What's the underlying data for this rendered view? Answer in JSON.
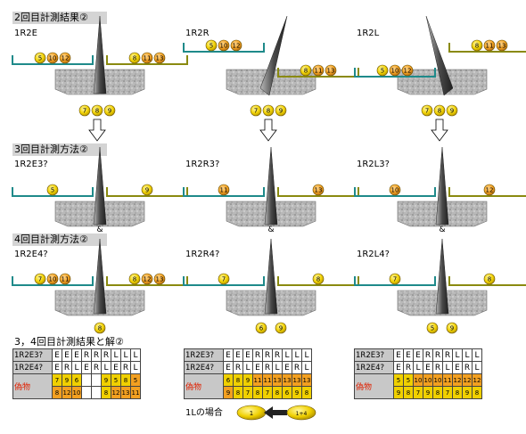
{
  "sections": {
    "s2": "2回目計測結果②",
    "s3": "3回目計測方法②",
    "s4": "4回目計測方法②",
    "sres": "3，4回目計測結果と解②"
  },
  "scales": [
    {
      "label": "1R2E",
      "left": [
        "5",
        "10",
        "12"
      ],
      "right": [
        "8",
        "11",
        "13"
      ],
      "tilt": "none"
    },
    {
      "label": "1R2R",
      "left": [
        "5",
        "10",
        "12"
      ],
      "right": [
        "8",
        "11",
        "13"
      ],
      "tilt": "left"
    },
    {
      "label": "1R2L",
      "left": [
        "5",
        "10",
        "12"
      ],
      "right": [
        "8",
        "11",
        "13"
      ],
      "tilt": "right"
    },
    {
      "label": "1R2E3?",
      "left": [
        "5"
      ],
      "right": [
        "9"
      ],
      "tilt": "none"
    },
    {
      "label": "1R2R3?",
      "left": [
        "11"
      ],
      "right": [
        "13"
      ],
      "tilt": "none"
    },
    {
      "label": "1R2L3?",
      "left": [
        "10"
      ],
      "right": [
        "12"
      ],
      "tilt": "none"
    },
    {
      "label": "1R2E4?",
      "left": [
        "7",
        "10",
        "11"
      ],
      "right": [
        "8",
        "12",
        "13"
      ],
      "tilt": "none"
    },
    {
      "label": "1R2R4?",
      "left": [
        "7"
      ],
      "right": [
        "8"
      ],
      "tilt": "none"
    },
    {
      "label": "1R2L4?",
      "left": [
        "7"
      ],
      "right": [
        "8"
      ],
      "tilt": "none"
    }
  ],
  "offscale_row1": [
    [
      "7",
      "8",
      "9"
    ],
    [
      "7",
      "8",
      "9"
    ],
    [
      "7",
      "8",
      "9"
    ]
  ],
  "offscale_row3": [
    [
      "8"
    ],
    [
      "6",
      "9"
    ],
    [
      "5",
      "9"
    ]
  ],
  "amp": "&",
  "results": [
    {
      "row3_name": "1R2E3?",
      "row3": [
        "E",
        "E",
        "E",
        "R",
        "R",
        "R",
        "L",
        "L",
        "L"
      ],
      "row4_name": "1R2E4?",
      "row4": [
        "E",
        "R",
        "L",
        "E",
        "R",
        "L",
        "E",
        "R",
        "L"
      ],
      "nise_label": "偽物",
      "balls": [
        {
          "top": "7",
          "bot": "8",
          "t": "y",
          "b": "o"
        },
        {
          "top": "9",
          "bot": "12",
          "t": "y",
          "b": "o"
        },
        {
          "top": "6",
          "bot": "10",
          "t": "y",
          "b": "o"
        },
        {
          "top": "",
          "bot": "",
          "t": "gap",
          "b": "gap"
        },
        {
          "top": "",
          "bot": "",
          "t": "gap",
          "b": "gap"
        },
        {
          "top": "9",
          "bot": "8",
          "t": "y",
          "b": "y"
        },
        {
          "top": "5",
          "bot": "12",
          "t": "y",
          "b": "o"
        },
        {
          "top": "8",
          "bot": "13",
          "t": "y",
          "b": "o"
        },
        {
          "top": "5",
          "bot": "11",
          "t": "o",
          "b": "o"
        }
      ]
    },
    {
      "row3_name": "1R2E3?",
      "row3": [
        "E",
        "E",
        "E",
        "R",
        "R",
        "R",
        "L",
        "L",
        "L"
      ],
      "row4_name": "1R2E4?",
      "row4": [
        "E",
        "R",
        "L",
        "E",
        "R",
        "L",
        "E",
        "R",
        "L"
      ],
      "nise_label": "偽物",
      "balls": [
        {
          "top": "6",
          "bot": "9",
          "t": "y",
          "b": "o"
        },
        {
          "top": "8",
          "bot": "8",
          "t": "y",
          "b": "y"
        },
        {
          "top": "9",
          "bot": "7",
          "t": "y",
          "b": "y"
        },
        {
          "top": "11",
          "bot": "8",
          "t": "o",
          "b": "y"
        },
        {
          "top": "11",
          "bot": "7",
          "t": "o",
          "b": "y"
        },
        {
          "top": "13",
          "bot": "8",
          "t": "o",
          "b": "y"
        },
        {
          "top": "13",
          "bot": "6",
          "t": "o",
          "b": "y"
        },
        {
          "top": "13",
          "bot": "9",
          "t": "o",
          "b": "y"
        },
        {
          "top": "13",
          "bot": "8",
          "t": "o",
          "b": "y"
        }
      ]
    },
    {
      "row3_name": "1R2E3?",
      "row3": [
        "E",
        "E",
        "E",
        "R",
        "R",
        "R",
        "L",
        "L",
        "L"
      ],
      "row4_name": "1R2E4?",
      "row4": [
        "E",
        "R",
        "L",
        "E",
        "R",
        "L",
        "E",
        "R",
        "L"
      ],
      "nise_label": "偽物",
      "balls": [
        {
          "top": "5",
          "bot": "9",
          "t": "y",
          "b": "y"
        },
        {
          "top": "5",
          "bot": "8",
          "t": "y",
          "b": "y"
        },
        {
          "top": "10",
          "bot": "7",
          "t": "o",
          "b": "y"
        },
        {
          "top": "10",
          "bot": "9",
          "t": "o",
          "b": "y"
        },
        {
          "top": "10",
          "bot": "8",
          "t": "o",
          "b": "y"
        },
        {
          "top": "11",
          "bot": "7",
          "t": "o",
          "b": "y"
        },
        {
          "top": "12",
          "bot": "8",
          "t": "o",
          "b": "y"
        },
        {
          "top": "12",
          "bot": "9",
          "t": "o",
          "b": "y"
        },
        {
          "top": "12",
          "bot": "8",
          "t": "o",
          "b": "y"
        }
      ]
    }
  ],
  "legend": {
    "text": "1Lの場合",
    "left_ball": "1",
    "right_ball": "1+4"
  },
  "colors": {
    "teal": "#1f8a8a",
    "olive": "#8a8a10",
    "ball_yellow": "#f0d000",
    "ball_orange": "#f3a020",
    "fake_red": "#e02000"
  }
}
